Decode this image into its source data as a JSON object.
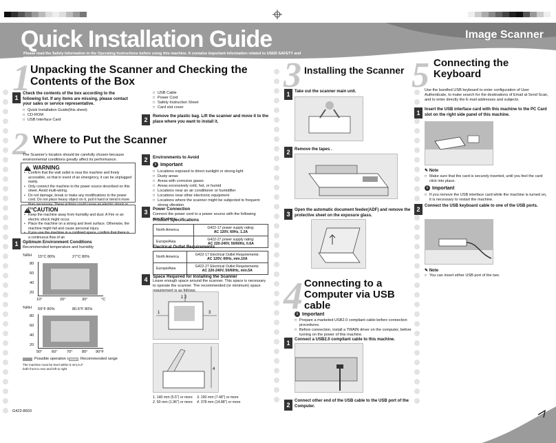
{
  "header": {
    "title": "Quick Installation Guide",
    "product": "Image Scanner",
    "safety_note": "Please read the Safety Information in the Operating Instructions before using this machine. It contains important information related to USER SAFETY and PREVENTING MACHINE PROBLEMS."
  },
  "colors": {
    "banner": "#9b9b9b",
    "banner_dark": "#7d7d7d",
    "numeral": "#c6c6c6",
    "step_badge": "#333333"
  },
  "sec1": {
    "num": "1",
    "title": "Unpacking the Scanner and Checking the Contents of the Box",
    "step1_text": "Check the contents of the box according to the following list. If any items are missing, please contact your sales or service representative.",
    "items_a": [
      "Quick Installation Guide(this sheet)",
      "CD-ROM",
      "USB Interface Card"
    ],
    "items_b": [
      "USB Cable",
      "Power Cord",
      "Safety Instruction Sheet",
      "Card slot cover"
    ],
    "step2_text": "Remove the plastic bag. Lift the scanner and move it to the place where you want to install it."
  },
  "sec2": {
    "num": "2",
    "title": "Where to Put the Scanner",
    "intro": "The Scanner's location should be carefully chosen because environmental conditions greatly affect its performance.",
    "warning_title": "WARNING",
    "warning_items": [
      "Confirm that the wall outlet is near the machine and freely accessible, so that in event of an emergency, it can be unplugged easily.",
      "Only connect the machine to the power source described on this sheet. Avoid multi-wiring.",
      "Do not damage, break or make any modifications to the power cord. Do not place heavy object on it, pull it hard or bend it more than necessary. These actions could cause an electric shock or fire."
    ],
    "caution_title": "CAUTION",
    "caution_items": [
      "Keep the machine away from humidity and dust. A Fire or an electric shock might occur.",
      "Place the machine on a strong and level surface. Otherwise, the machine might fall and cause personal injury.",
      "If you use the machine in a confined space, confirm that there is a continuous flow of air."
    ],
    "step1_head": "Optimum Environment Conditions",
    "step1_sub": "Recommended temperature and humidity",
    "legend_possible": "Possible operation range",
    "legend_recommended": "Recommended range",
    "level_note": "The machine must be level within 5 mm,0.2\" both front to rear and left to right",
    "step2_head": "Environments to Avoid",
    "important": "Important",
    "avoid_items": [
      "Locations exposed to direct sunlight or strong light",
      "Dusty areas",
      "Areas with corrosive gases",
      "Areas excessively cold, hot, or humid",
      "Locations near an air conditioner or humidifier",
      "Locations near other electronic equipment",
      "Locations where the scanner might be subjected to frequent strong vibration"
    ],
    "step3_head": "Power Connection",
    "step3_text": "Connect the power cord to a power source with the following specifications:",
    "product_specs": "Product Specifications",
    "spec_rows": [
      [
        "North America",
        "G422-17 power supply rating:",
        "AC 120V, 60Hz, 1.2A"
      ],
      [
        "Europe/Asia",
        "G422-27 power supply rating:",
        "AC 220-240V, 50/60Hz, 0.6A"
      ]
    ],
    "outlet_req": "Electrical Outlet Requirements",
    "outlet_rows": [
      [
        "North America",
        "G422-17 Electrical Outlet Requirements:",
        "AC 120V, 60Hz, min.10A"
      ],
      [
        "Europe/Asia",
        "G422-27 Electrical Outlet Requirements:",
        "AC 220-240V, 50/60Hz, min.5A"
      ]
    ],
    "step4_head": "Space Required for Installing the Scanner",
    "step4_text": "Leave enough space around the scanner. This space is necessary to operate the scanner. The recommended (or minimum) space requirement is as follows.",
    "space_items": [
      "140 mm (5.5\") or more",
      "190 mm (7.48\") or more",
      "50 mm (1.96\") or more",
      "378 mm (14.88\") or more"
    ]
  },
  "chart1": {
    "top_labels": [
      "15°C 80%",
      "27°C 80%"
    ],
    "y_ticks": [
      "80",
      "60",
      "40",
      "20"
    ],
    "x_ticks": [
      "10°",
      "20°",
      "30°",
      "°C"
    ],
    "y_unit": "%RH"
  },
  "chart2": {
    "top_labels": [
      "59°F 80%",
      "80.6°F 80%"
    ],
    "y_ticks": [
      "80",
      "60",
      "40",
      "20"
    ],
    "x_ticks": [
      "50°",
      "60°",
      "70°",
      "80°",
      "90°F"
    ],
    "y_unit": "%RH"
  },
  "sec3": {
    "num": "3",
    "title": "Installing the Scanner",
    "step1": "Take out the scanner main unit.",
    "step2": "Remove the tapes .",
    "step3": "Open the automatic document feeder(ADF) and remove the protective sheet on the exposure glass."
  },
  "sec4": {
    "num": "4",
    "title": "Connecting to a Computer via USB cable",
    "important": "Important",
    "imp_items": [
      "Prepare a marketed USB2.0 compliant cable before connection procedures.",
      "Before connection, install a TWAIN driver on the computer, before turning on the power of this machine."
    ],
    "step1": "Connect a USB2.0 compliant cable to this machine.",
    "step2": "Connect other end of the USB cable to the USB port of the Computer."
  },
  "sec5": {
    "num": "5",
    "title": "Connecting the Keyboard",
    "intro": "Use the bundled USB keyboard to enter configuration of User Authenticate, to make search for the destinations of Email at Send Scan, and to enter directly the E-mail addresses and subjects.",
    "step1": "Insert the USB interface card with this machine to the PC Card slot on the right side panel of this machine.",
    "note": "Note",
    "note1": "Make sure that the card is securely inserted, until you feel the card click into place.",
    "important": "Important",
    "imp1": "If you remove the USB interface card while the machine is turned on, it is necessary to restart the machine.",
    "step2": "Connect the USB keyboard cable to one of the USB ports.",
    "note2": "You can insert either USB port of the two."
  },
  "footer": {
    "code": "G422-8603"
  }
}
